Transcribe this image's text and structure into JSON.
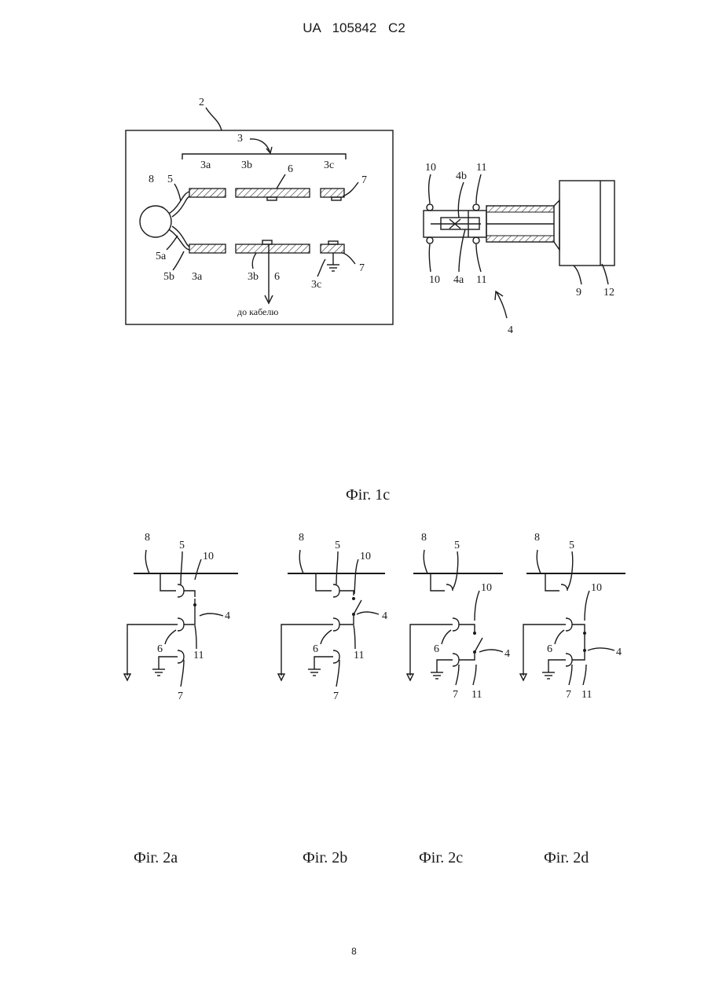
{
  "header": {
    "doc_id": "UA   105842   C2"
  },
  "page_number": "8",
  "fig1c": {
    "caption": "Фіг. 1с",
    "labels": {
      "n2": "2",
      "n3": "3",
      "n3a_top": "3a",
      "n3b_top": "3b",
      "n3c_top": "3c",
      "n6_top": "6",
      "n7_top": "7",
      "n8": "8",
      "n5": "5",
      "n5a": "5a",
      "n5b": "5b",
      "n3a_bot": "3a",
      "n3b_bot": "3b",
      "n6_bot": "6",
      "n3c_bot": "3c",
      "n7_bot": "7",
      "to_cable": "до кабелю",
      "n10_top": "10",
      "n4b": "4b",
      "n11_top": "11",
      "n10_bot": "10",
      "n4a": "4a",
      "n11_bot": "11",
      "n9": "9",
      "n12": "12",
      "n4": "4"
    }
  },
  "fig2": [
    {
      "caption": "Фіг. 2a",
      "l8": "8",
      "l5": "5",
      "l10": "10",
      "l4": "4",
      "l6": "6",
      "l11": "11",
      "l7": "7"
    },
    {
      "caption": "Фіг. 2b",
      "l8": "8",
      "l5": "5",
      "l10": "10",
      "l4": "4",
      "l6": "6",
      "l11": "11",
      "l7": "7"
    },
    {
      "caption": "Фіг. 2c",
      "l8": "8",
      "l5": "5",
      "l10": "10",
      "l4": "4",
      "l6": "6",
      "l11": "11",
      "l7": "7"
    },
    {
      "caption": "Фіг. 2d",
      "l8": "8",
      "l5": "5",
      "l10": "10",
      "l4": "4",
      "l6": "6",
      "l11": "11",
      "l7": "7"
    }
  ]
}
